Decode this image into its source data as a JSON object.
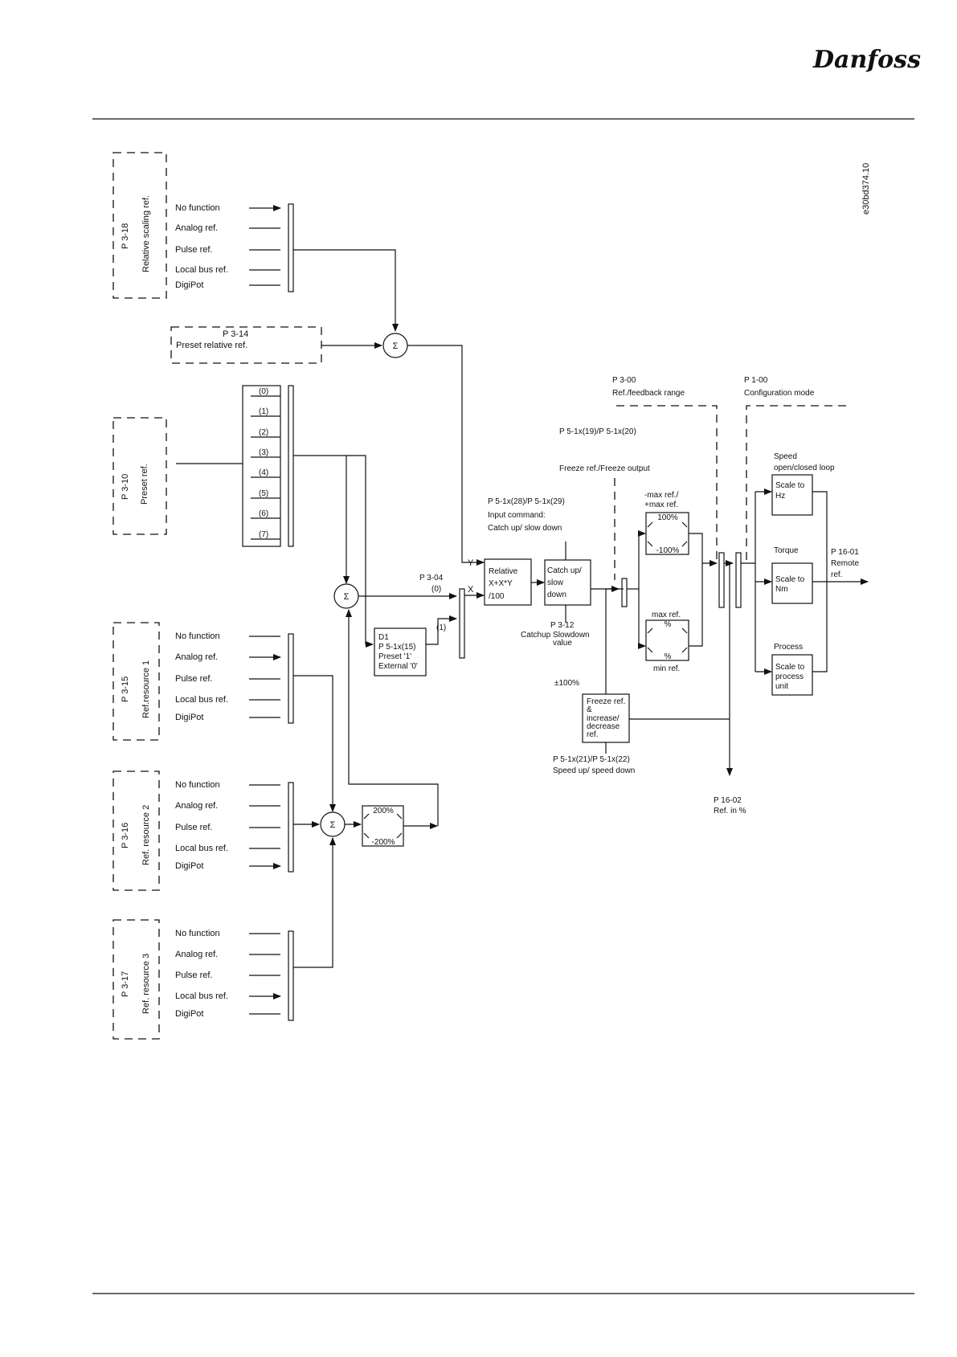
{
  "brand": "Danfoss",
  "figure_code": "e30bd374.10",
  "groups": {
    "rel_scaling": {
      "param": "P 3-18",
      "name": "Relative scaling ref.",
      "items": [
        "No function",
        "Analog ref.",
        "Pulse ref.",
        "Local bus ref.",
        "DigiPot"
      ]
    },
    "preset_relative": {
      "param": "P 3-14",
      "name": "Preset relative ref."
    },
    "preset": {
      "param": "P 3-10",
      "name": "Preset ref.",
      "items": [
        "(0)",
        "(1)",
        "(2)",
        "(3)",
        "(4)",
        "(5)",
        "(6)",
        "(7)"
      ]
    },
    "res1": {
      "param": "P 3-15",
      "name": "Ref.resource 1",
      "items": [
        "No function",
        "Analog ref.",
        "Pulse ref.",
        "Local bus ref.",
        "DigiPot"
      ]
    },
    "res2": {
      "param": "P 3-16",
      "name": "Ref. resource 2",
      "items": [
        "No function",
        "Analog ref.",
        "Pulse ref.",
        "Local bus ref.",
        "DigiPot"
      ]
    },
    "res3": {
      "param": "P 3-17",
      "name": "Ref. resource 3",
      "items": [
        "No function",
        "Analog ref.",
        "Pulse ref.",
        "Local bus ref.",
        "DigiPot"
      ]
    }
  },
  "sigma": "Σ",
  "d1": {
    "l1": "D1",
    "l2": "P 5-1x(15)",
    "l3": "Preset '1'",
    "l4": "External '0'"
  },
  "limit200": {
    "top": "200%",
    "bottom": "-200%"
  },
  "p304": {
    "param": "P 3-04",
    "v0": "(0)",
    "v1": "(1)"
  },
  "xy": {
    "y": "Y",
    "x": "X"
  },
  "relative": {
    "l1": "Relative",
    "l2": "X+X*Y",
    "l3": "/100"
  },
  "catchup": {
    "l1": "Catch up/",
    "l2": "slow",
    "l3": "down"
  },
  "input_cmd": {
    "l1": "P 5-1x(28)/P 5-1x(29)",
    "l2": "Input command:",
    "l3": "Catch up/ slow down"
  },
  "p312": {
    "l1": "P 3-12",
    "l2": "Catchup Slowdown",
    "l3": "value"
  },
  "freeze_cmd": {
    "l1": "P 5-1x(19)/P 5-1x(20)",
    "l2": "Freeze ref./Freeze output"
  },
  "p300": {
    "l1": "P 3-00",
    "l2": "Ref./feedback range"
  },
  "p100": {
    "l1": "P 1-00",
    "l2": "Configuration mode"
  },
  "maxref": {
    "l1": "-max ref./",
    "l2": "+max ref.",
    "top": "100%",
    "bottom": "-100%"
  },
  "minmax": {
    "l1": "max ref.",
    "top": "%",
    "bottom": "%",
    "l2": "min ref."
  },
  "pm100": "±100%",
  "freeze_box": {
    "l1": "Freeze ref.",
    "l2": "&",
    "l3": "increase/",
    "l4": "decrease",
    "l5": "ref."
  },
  "speedup": {
    "l1": "P 5-1x(21)/P 5-1x(22)",
    "l2": "Speed up/ speed down"
  },
  "p1602": {
    "l1": "P 16-02",
    "l2": "Ref. in %"
  },
  "speed": {
    "l1": "Speed",
    "l2": "open/closed loop",
    "b1": "Scale to",
    "b2": "Hz"
  },
  "torque": {
    "l1": "Torque",
    "b1": "Scale to",
    "b2": "Nm"
  },
  "process": {
    "l1": "Process",
    "b1": "Scale to",
    "b2": "process",
    "b3": "unit"
  },
  "p1601": {
    "l1": "P 16-01",
    "l2": "Remote",
    "l3": "ref."
  }
}
